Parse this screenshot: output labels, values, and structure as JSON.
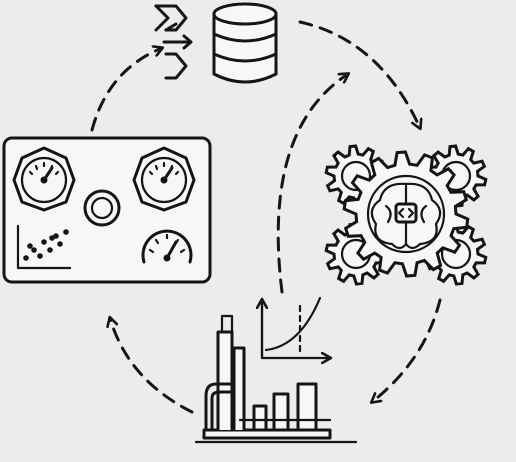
{
  "diagram": {
    "kind": "cycle-illustration",
    "style": "black line-art icons on light grey background",
    "stroke_color": "#151515",
    "background_color": "#ececec",
    "nodes": [
      {
        "id": "database",
        "icon": "database-icon",
        "inputs": "three-arrows-in"
      },
      {
        "id": "ai-processing",
        "icon": "gears-brain-icon"
      },
      {
        "id": "factory",
        "icon": "factory-icon",
        "extra": "rising-curve-chart-icon"
      },
      {
        "id": "dashboard",
        "icon": "dashboard-panel-icon",
        "contains": [
          "gauge-icon",
          "gauge-icon",
          "gauge-icon",
          "knob-icon",
          "scatter-plot-icon"
        ]
      }
    ],
    "flows": [
      {
        "from": "database",
        "to": "ai-processing",
        "style": "dashed-arrow"
      },
      {
        "from": "ai-processing",
        "to": "factory",
        "style": "dashed-arrow"
      },
      {
        "from": "factory",
        "to": "dashboard",
        "style": "dashed-arrow"
      },
      {
        "from": "dashboard",
        "to": "database",
        "style": "dashed-arrow"
      },
      {
        "from": "factory",
        "to": "database",
        "style": "dashed-arrow"
      }
    ]
  }
}
